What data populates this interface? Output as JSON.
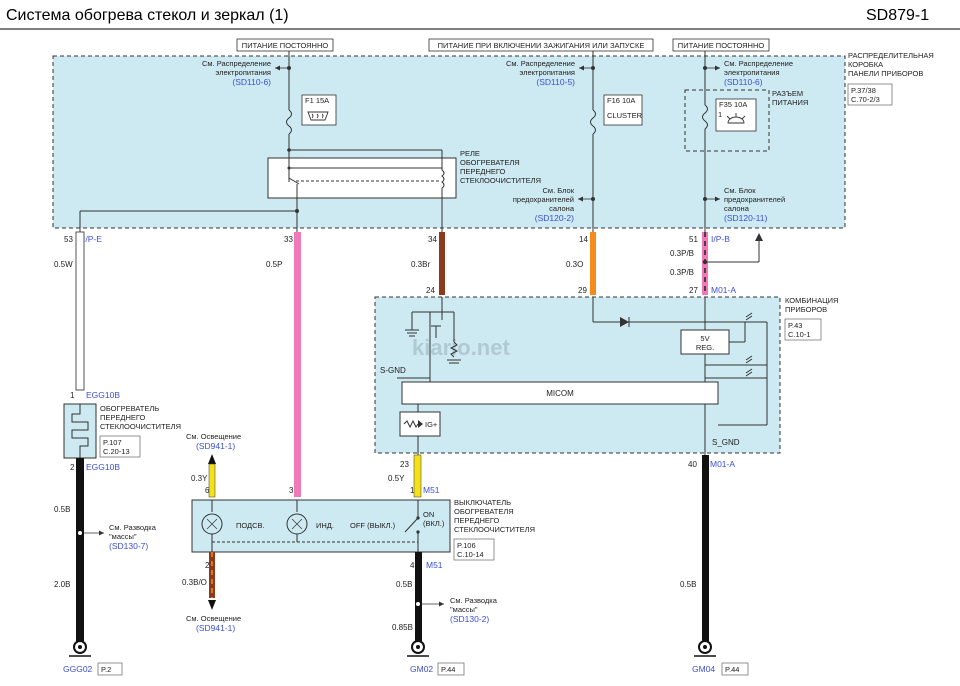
{
  "header": {
    "title": "Система обогрева стекол и зеркал (1)",
    "code": "SD879-1"
  },
  "power": {
    "left": "ПИТАНИЕ ПОСТОЯННО",
    "middle": "ПИТАНИЕ ПРИ ВКЛЮЧЕНИИ ЗАЖИГАНИЯ ИЛИ ЗАПУСКЕ",
    "right": "ПИТАНИЕ ПОСТОЯННО"
  },
  "junction_box": {
    "title_lines": [
      "РАСПРЕДЕЛИТЕЛЬНАЯ",
      "КОРОБКА",
      "ПАНЕЛИ ПРИБОРОВ"
    ],
    "page_ref": [
      "P.37/38",
      "C.70-2/3"
    ]
  },
  "notes": {
    "dist_line1": "См. Распределение",
    "dist_line2": "электропитания",
    "ref_left": "(SD110-6)",
    "ref_mid": "(SD110-5)",
    "ref_right": "(SD110-6)",
    "fuse_blk_line1": "См. Блок",
    "fuse_blk_line2": "предохранителей",
    "fuse_blk_line3": "салона",
    "fuse_ref_mid": "(SD120-2)",
    "fuse_ref_right": "(SD120-11)"
  },
  "fuses": {
    "f1": "F1 15A",
    "f16": "F16 10A",
    "f16_sub": "CLUSTER",
    "f35": "F35 10A",
    "f35_pin": "1",
    "power_connector": [
      "РАЗЪЕМ",
      "ПИТАНИЯ"
    ]
  },
  "relay": {
    "lines": [
      "РЕЛЕ",
      "ОБОГРЕВАТЕЛЯ",
      "ПЕРЕДНЕГО",
      "СТЕКЛООЧИСТИТЕЛЯ"
    ]
  },
  "connectors": {
    "jb_pins": [
      "53",
      "33",
      "34",
      "14",
      "51"
    ],
    "ipe": "I/P-E",
    "ipb": "I/P-B",
    "m01a": "M01-A",
    "cluster_pins": [
      "24",
      "29",
      "27"
    ],
    "pin40": "40",
    "pin23": "23",
    "m51": "M51",
    "pin6": "6",
    "pin3": "3",
    "pin1": "1",
    "pin2": "2",
    "pin4": "4",
    "egg_pin1": "1",
    "egg_pin2": "2",
    "egg": "EGG10B"
  },
  "wires": {
    "w53": "0.5W",
    "w33": "0.5P",
    "w34": "0.3Br",
    "w14": "0.3O",
    "w51a": "0.3P/B",
    "w51b": "0.3P/B",
    "w23": "0.5Y",
    "w6": "0.3Y",
    "w_egg": "0.5B",
    "w_egg2": "2.0B",
    "w_sw_lamp": "0.3B/O",
    "w4a": "0.5B",
    "w4b": "0.85B",
    "w40": "0.5B"
  },
  "cluster": {
    "title_lines": [
      "КОМБИНАЦИЯ",
      "ПРИБОРОВ"
    ],
    "page_ref": [
      "P.43",
      "C.10-1"
    ],
    "reg": [
      "5V",
      "REG."
    ],
    "micom": "MICOM",
    "s_gnd_left": "S-GND",
    "s_gnd_right": "S_GND",
    "ig": "IG+",
    "watermark": "kiario.net"
  },
  "heater": {
    "lines": [
      "ОБОГРЕВАТЕЛЬ",
      "ПЕРЕДНЕГО",
      "СТЕКЛООЧИСТИТЕЛЯ"
    ],
    "page_ref": [
      "P.107",
      "C.20-13"
    ]
  },
  "switch": {
    "lines": [
      "ВЫКЛЮЧАТЕЛЬ",
      "ОБОГРЕВАТЕЛЯ",
      "ПЕРЕДНЕГО",
      "СТЕКЛООЧИСТИТЕЛЯ"
    ],
    "page_ref": [
      "P.106",
      "C.10-14"
    ],
    "podsv": "ПОДСВ.",
    "ind": "ИНД.",
    "off": "OFF (ВЫКЛ.)",
    "on": "ON",
    "on_ru": "(ВКЛ.)"
  },
  "lighting": {
    "top_line": "См. Освещение",
    "top_ref": "(SD941-1)",
    "bottom_line": "См. Освещение",
    "bottom_ref": "(SD941-1)"
  },
  "ground_notes": {
    "left_lines": [
      "См. Разводка",
      "\"массы\""
    ],
    "left_ref": "(SD130-7)",
    "mid_lines": [
      "См. Разводка",
      "\"массы\""
    ],
    "mid_ref": "(SD130-2)"
  },
  "grounds": {
    "ggg02": "GGG02",
    "ggg02_page": "P.2",
    "gm02": "GM02",
    "gm02_page": "P.44",
    "gm04": "GM04",
    "gm04_page": "P.44"
  },
  "colors": {
    "box_fill": "#cde9f1",
    "pink": "#f07ab8",
    "brown": "#8b3a1c",
    "orange": "#f58a1f",
    "yellow": "#f5e11a",
    "blue_text": "#3b4fd8"
  }
}
